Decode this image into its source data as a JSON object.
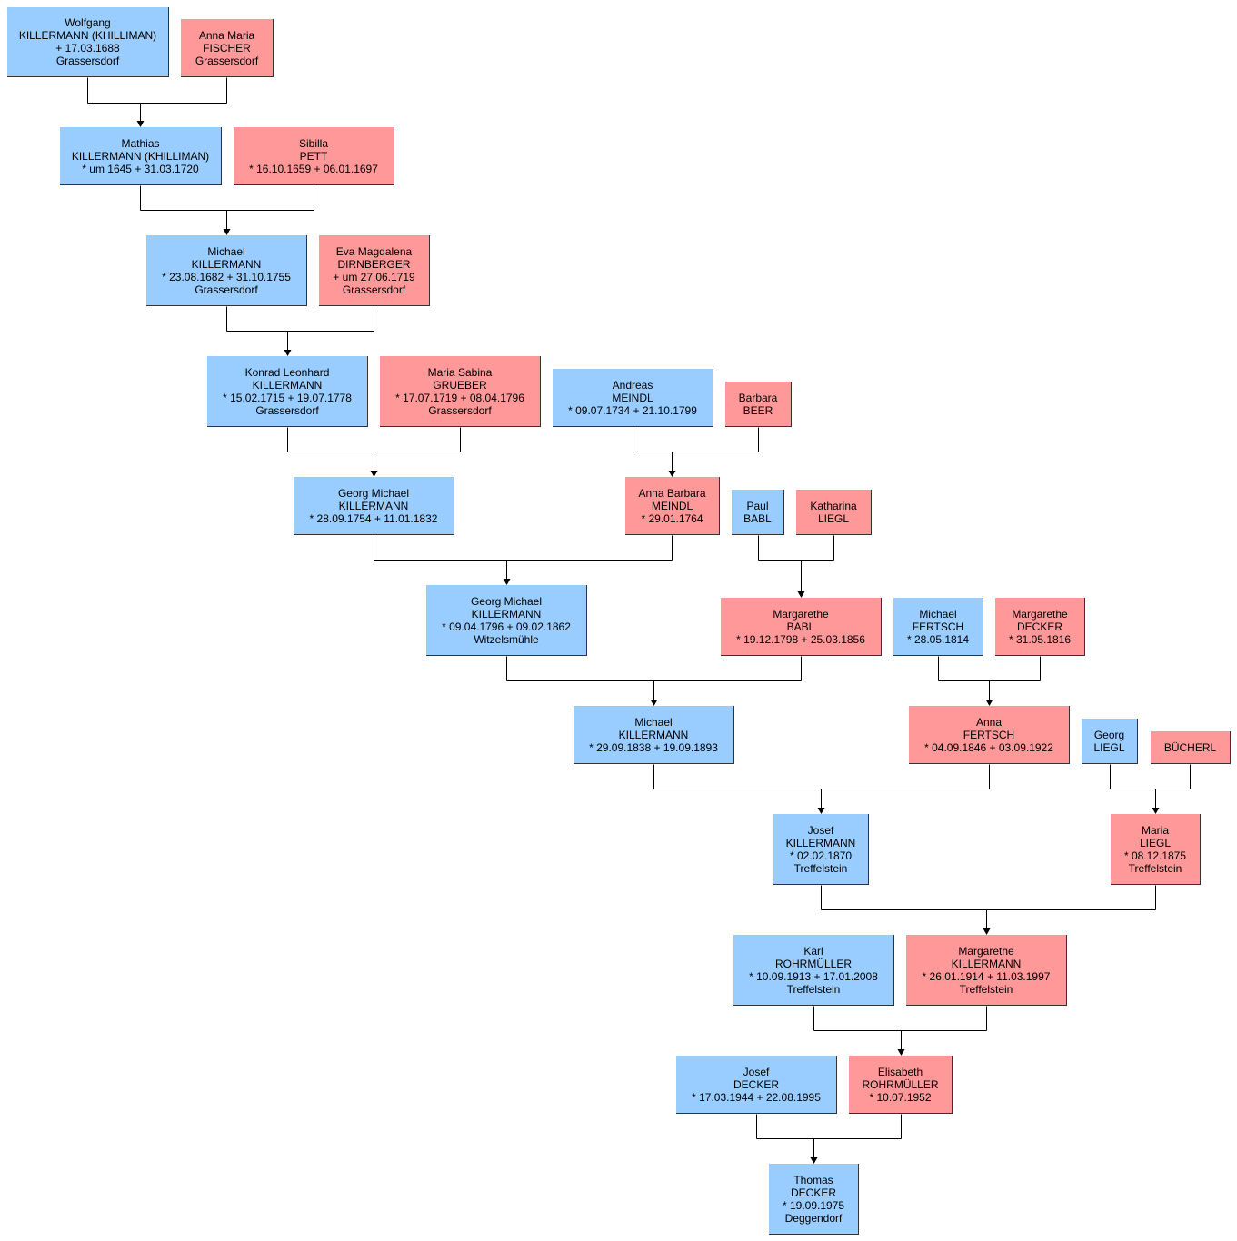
{
  "persons": {
    "p1": {
      "sex": "m",
      "lines": [
        "Wolfgang",
        "KILLERMANN (KHILLIMAN)",
        "+ 17.03.1688",
        "Grassersdorf"
      ]
    },
    "p2": {
      "sex": "f",
      "lines": [
        "Anna Maria",
        "FISCHER",
        "Grassersdorf"
      ]
    },
    "p3": {
      "sex": "m",
      "lines": [
        "Mathias",
        "KILLERMANN (KHILLIMAN)",
        "* um 1645  + 31.03.1720"
      ]
    },
    "p4": {
      "sex": "f",
      "lines": [
        "Sibilla",
        "PETT",
        "* 16.10.1659  + 06.01.1697"
      ]
    },
    "p5": {
      "sex": "m",
      "lines": [
        "Michael",
        "KILLERMANN",
        "* 23.08.1682  + 31.10.1755",
        "Grassersdorf"
      ]
    },
    "p6": {
      "sex": "f",
      "lines": [
        "Eva Magdalena",
        "DIRNBERGER",
        "+ um 27.06.1719",
        "Grassersdorf"
      ]
    },
    "p7": {
      "sex": "m",
      "lines": [
        "Konrad Leonhard",
        "KILLERMANN",
        "* 15.02.1715  + 19.07.1778",
        "Grassersdorf"
      ]
    },
    "p8": {
      "sex": "f",
      "lines": [
        "Maria Sabina",
        "GRUEBER",
        "* 17.07.1719  + 08.04.1796",
        "Grassersdorf"
      ]
    },
    "p9": {
      "sex": "m",
      "lines": [
        "Andreas",
        "MEINDL",
        "* 09.07.1734  + 21.10.1799"
      ]
    },
    "p10": {
      "sex": "f",
      "lines": [
        "Barbara",
        "BEER"
      ]
    },
    "p11": {
      "sex": "m",
      "lines": [
        "Georg Michael",
        "KILLERMANN",
        "* 28.09.1754  + 11.01.1832"
      ]
    },
    "p12": {
      "sex": "f",
      "lines": [
        "Anna Barbara",
        "MEINDL",
        "* 29.01.1764"
      ]
    },
    "p13": {
      "sex": "m",
      "lines": [
        "Paul",
        "BABL"
      ]
    },
    "p14": {
      "sex": "f",
      "lines": [
        "Katharina",
        "LIEGL"
      ]
    },
    "p15": {
      "sex": "m",
      "lines": [
        "Georg Michael",
        "KILLERMANN",
        "* 09.04.1796  + 09.02.1862",
        "Witzelsmühle"
      ]
    },
    "p16": {
      "sex": "f",
      "lines": [
        "Margarethe",
        "BABL",
        "* 19.12.1798  + 25.03.1856"
      ]
    },
    "p17": {
      "sex": "m",
      "lines": [
        "Michael",
        "FERTSCH",
        "* 28.05.1814"
      ]
    },
    "p18": {
      "sex": "f",
      "lines": [
        "Margarethe",
        "DECKER",
        "* 31.05.1816"
      ]
    },
    "p19": {
      "sex": "m",
      "lines": [
        "Michael",
        "KILLERMANN",
        "* 29.09.1838  + 19.09.1893"
      ]
    },
    "p20": {
      "sex": "f",
      "lines": [
        "Anna",
        "FERTSCH",
        "* 04.09.1846  + 03.09.1922"
      ]
    },
    "p21": {
      "sex": "m",
      "lines": [
        "Georg",
        "LIEGL"
      ]
    },
    "p22": {
      "sex": "f",
      "lines": [
        "BÜCHERL"
      ]
    },
    "p23": {
      "sex": "m",
      "lines": [
        "Josef",
        "KILLERMANN",
        "* 02.02.1870",
        "Treffelstein"
      ]
    },
    "p24": {
      "sex": "f",
      "lines": [
        "Maria",
        "LIEGL",
        "* 08.12.1875",
        "Treffelstein"
      ]
    },
    "p25": {
      "sex": "m",
      "lines": [
        "Karl",
        "ROHRMÜLLER",
        "* 10.09.1913  + 17.01.2008",
        "Treffelstein"
      ]
    },
    "p26": {
      "sex": "f",
      "lines": [
        "Margarethe",
        "KILLERMANN",
        "* 26.01.1914  + 11.03.1997",
        "Treffelstein"
      ]
    },
    "p27": {
      "sex": "m",
      "lines": [
        "Josef",
        "DECKER",
        "* 17.03.1944  + 22.08.1995"
      ]
    },
    "p28": {
      "sex": "f",
      "lines": [
        "Elisabeth",
        "ROHRMÜLLER",
        "* 10.07.1952"
      ]
    },
    "p29": {
      "sex": "m",
      "lines": [
        "Thomas",
        "DECKER",
        "* 19.09.1975",
        "Deggendorf"
      ]
    }
  },
  "families": [
    {
      "father": "p1",
      "mother": "p2",
      "child": "p3"
    },
    {
      "father": "p3",
      "mother": "p4",
      "child": "p5"
    },
    {
      "father": "p5",
      "mother": "p6",
      "child": "p7"
    },
    {
      "father": "p7",
      "mother": "p8",
      "child": "p11"
    },
    {
      "father": "p9",
      "mother": "p10",
      "child": "p12"
    },
    {
      "father": "p11",
      "mother": "p12",
      "child": "p15"
    },
    {
      "father": "p13",
      "mother": "p14",
      "child": "p16"
    },
    {
      "father": "p15",
      "mother": "p16",
      "child": "p19"
    },
    {
      "father": "p17",
      "mother": "p18",
      "child": "p20"
    },
    {
      "father": "p19",
      "mother": "p20",
      "child": "p23"
    },
    {
      "father": "p21",
      "mother": "p22",
      "child": "p24"
    },
    {
      "father": "p23",
      "mother": "p24",
      "child": "p26"
    },
    {
      "father": "p25",
      "mother": "p26",
      "child": "p28"
    },
    {
      "father": "p27",
      "mother": "p28",
      "child": "p29"
    }
  ],
  "colors": {
    "male": "#99ccff",
    "female": "#ff9999",
    "line": "#000000"
  }
}
